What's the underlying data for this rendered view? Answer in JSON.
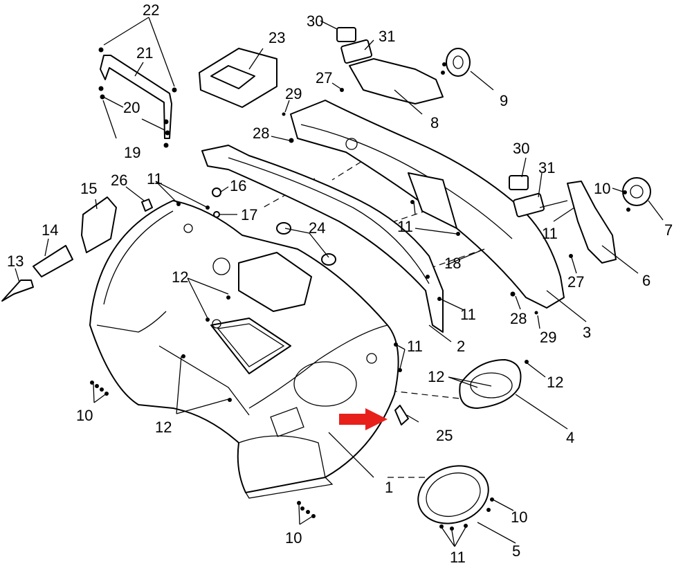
{
  "diagram": {
    "callouts": {
      "c1": "1",
      "c2": "2",
      "c3": "3",
      "c4": "4",
      "c5": "5",
      "c6": "6",
      "c7": "7",
      "c8": "8",
      "c9": "9",
      "c10a": "10",
      "c10b": "10",
      "c10c": "10",
      "c10d": "10",
      "c11a": "11",
      "c11b": "11",
      "c11c": "11",
      "c11d": "11",
      "c11e": "11",
      "c11f": "11",
      "c12a": "12",
      "c12b": "12",
      "c12c": "12",
      "c12d": "12",
      "c13": "13",
      "c14": "14",
      "c15": "15",
      "c16": "16",
      "c17": "17",
      "c18": "18",
      "c19": "19",
      "c20": "20",
      "c21": "21",
      "c22": "22",
      "c23": "23",
      "c24": "24",
      "c25": "25",
      "c26": "26",
      "c27a": "27",
      "c27b": "27",
      "c28a": "28",
      "c28b": "28",
      "c29a": "29",
      "c29b": "29",
      "c30a": "30",
      "c30b": "30",
      "c31a": "31",
      "c31b": "31"
    },
    "highlight_arrow_color": "#e8201c"
  }
}
